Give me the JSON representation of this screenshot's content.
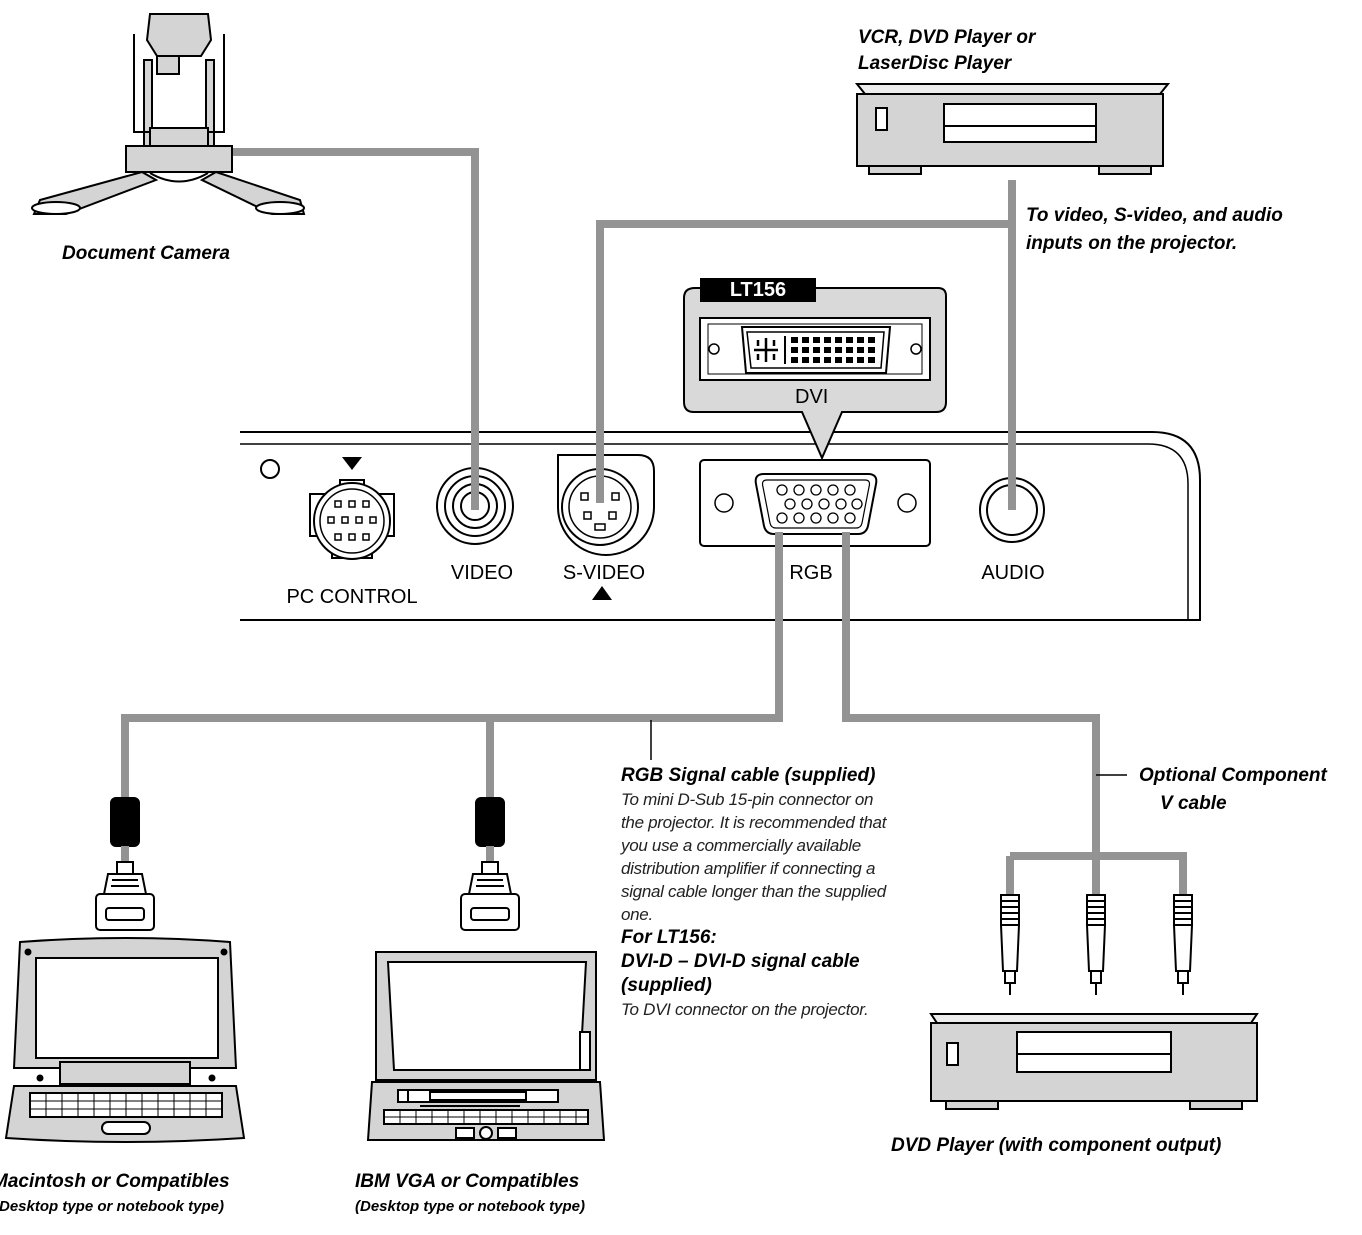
{
  "devices": {
    "document_camera": "Document Camera",
    "vcr_line1": "VCR, DVD Player or",
    "vcr_line2": "LaserDisc Player",
    "dvd_component": "DVD Player (with component output)",
    "mac_line1": "Macintosh or Compatibles",
    "mac_line2": "(Desktop type or notebook type)",
    "ibm_line1": "IBM VGA or Compatibles",
    "ibm_line2": "(Desktop type or notebook type)"
  },
  "ports": {
    "model_badge": "LT156",
    "dvi": "DVI",
    "pc_control": "PC CONTROL",
    "video": "VIDEO",
    "s_video": "S-VIDEO",
    "rgb": "RGB",
    "audio": "AUDIO"
  },
  "callouts": {
    "video_inputs_line1": "To video, S-video, and audio",
    "video_inputs_line2": "inputs on the projector.",
    "component_line1": "Optional Component",
    "component_line2": "V cable",
    "rgb_cable_title": "RGB Signal cable (supplied)",
    "rgb_cable_lines": [
      "To mini D-Sub 15-pin connector on",
      "the projector. It is recommended that",
      "you use a commercially available",
      "distribution amplifier if connecting a",
      "signal cable longer than the supplied",
      "one."
    ],
    "lt156_title": "For LT156:",
    "dvi_cable_line1": "DVI-D – DVI-D signal cable",
    "dvi_cable_line2": "(supplied)",
    "dvi_cable_desc": "To DVI connector on the projector."
  },
  "colors": {
    "cable": "#939393",
    "panel": "#d9d9d9",
    "device": "#d4d4d4",
    "line": "#000000"
  }
}
